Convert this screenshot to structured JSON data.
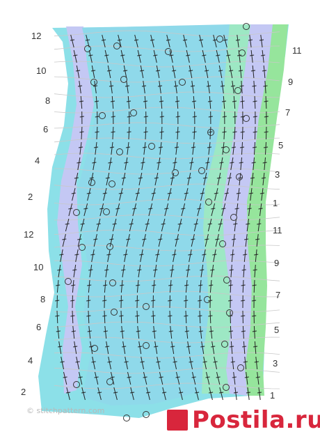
{
  "colors": {
    "outer_band": "#8ce0e8",
    "lavender": "#c4c8f4",
    "main_fill": "#8fd9ea",
    "mint": "#9de8c4",
    "right_strip": "#96e59c",
    "grid": "#cccccc",
    "stitch": "#222222",
    "logo": "#d8263c"
  },
  "left_row_labels": [
    "12",
    "10",
    "8",
    "6",
    "4",
    "2",
    "12",
    "10",
    "8",
    "6",
    "4",
    "2"
  ],
  "right_row_labels": [
    "11",
    "9",
    "7",
    "5",
    "3",
    "1",
    "11",
    "9",
    "7",
    "5",
    "3",
    "1"
  ],
  "watermark": "© stitchpattern.com",
  "logo": {
    "text": "Postila.ru",
    "icon": "postila-logo-icon"
  }
}
